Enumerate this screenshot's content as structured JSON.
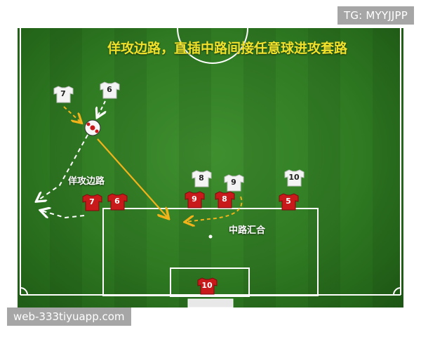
{
  "watermarks": {
    "top_right": "TG: MYYJJPP",
    "bottom_left": "web-333tiyuapp.com"
  },
  "diagram": {
    "title": "佯攻边路，直插中路间接任意球进攻套路",
    "annotations": {
      "feint_wing": "佯攻边路",
      "center_converge": "中路汇合"
    },
    "white_players": [
      {
        "number": "7"
      },
      {
        "number": "6"
      },
      {
        "number": "8"
      },
      {
        "number": "9"
      },
      {
        "number": "10"
      }
    ],
    "red_players": [
      {
        "number": "7"
      },
      {
        "number": "6"
      },
      {
        "number": "9"
      },
      {
        "number": "8"
      },
      {
        "number": "5"
      },
      {
        "number": "10"
      }
    ],
    "colors": {
      "pitch": "#2f7a22",
      "lines": "#ffffff",
      "title": "#f1e12a",
      "pass_arrow": "#f2b21a",
      "run_arrow": "#ffffff",
      "red_kit": "#c8191b",
      "white_kit": "#f4f4f4"
    }
  }
}
